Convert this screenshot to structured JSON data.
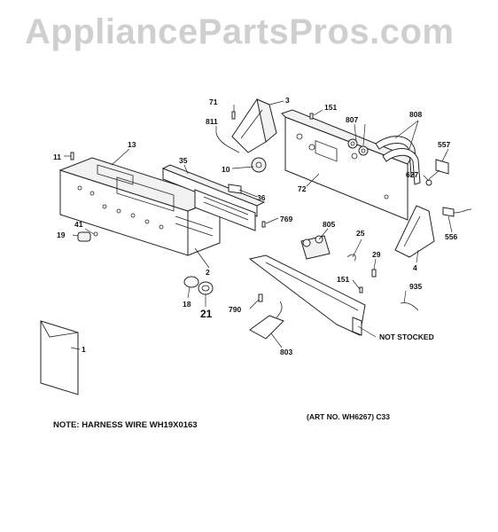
{
  "watermark": "AppliancePartsPros.com",
  "note": "NOTE: HARNESS WIRE WH19X0163",
  "art_number": "(ART NO. WH6267) C33",
  "not_stocked": "NOT STOCKED",
  "callouts": {
    "c1": "1",
    "c2": "2",
    "c3": "3",
    "c4": "4",
    "c10": "10",
    "c11": "11",
    "c13": "13",
    "c18": "18",
    "c19": "19",
    "c21": "21",
    "c25": "25",
    "c29": "29",
    "c35": "35",
    "c36": "36",
    "c41": "41",
    "c71": "71",
    "c72": "72",
    "c151a": "151",
    "c151b": "151",
    "c556": "556",
    "c557": "557",
    "c627": "627",
    "c769": "769",
    "c790": "790",
    "c803": "803",
    "c805": "805",
    "c807": "807",
    "c808": "808",
    "c811": "811",
    "c935": "935"
  }
}
